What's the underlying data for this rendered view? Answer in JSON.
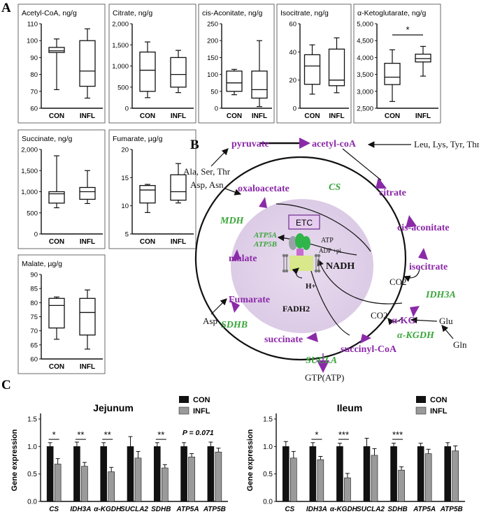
{
  "panels": {
    "a": "A",
    "b": "B",
    "c": "C"
  },
  "boxplots": {
    "groups": [
      "CON",
      "INFL"
    ],
    "sig_star": "*",
    "plots": [
      {
        "title": "Acetyl-CoA, ng/g",
        "ticks": [
          "60",
          "70",
          "80",
          "90",
          "100",
          "110"
        ],
        "ylim": [
          60,
          110
        ],
        "boxes": [
          {
            "min": 71,
            "q1": 93,
            "median": 94,
            "q3": 96,
            "max": 101
          },
          {
            "min": 66,
            "q1": 73,
            "median": 82,
            "q3": 100,
            "max": 107
          }
        ]
      },
      {
        "title": "Citrate, ng/g",
        "ticks": [
          "0",
          "500",
          "1,000",
          "1,500",
          "2,000"
        ],
        "ylim": [
          0,
          2000
        ],
        "boxes": [
          {
            "min": 250,
            "q1": 400,
            "median": 900,
            "q3": 1330,
            "max": 1570
          },
          {
            "min": 370,
            "q1": 500,
            "median": 800,
            "q3": 1200,
            "max": 1370
          }
        ]
      },
      {
        "title": "cis-Aconitate, ng/g",
        "ticks": [
          "0",
          "50",
          "100",
          "150",
          "200",
          "250"
        ],
        "ylim": [
          0,
          250
        ],
        "boxes": [
          {
            "min": 40,
            "q1": 50,
            "median": 75,
            "q3": 110,
            "max": 115
          },
          {
            "min": 5,
            "q1": 30,
            "median": 55,
            "q3": 110,
            "max": 200
          }
        ]
      },
      {
        "title": "Isocitrate, ng/g",
        "ticks": [
          "0",
          "20",
          "40",
          "60"
        ],
        "ylim": [
          0,
          60
        ],
        "boxes": [
          {
            "min": 10,
            "q1": 17,
            "median": 30,
            "q3": 38,
            "max": 45
          },
          {
            "min": 11,
            "q1": 16,
            "median": 20,
            "q3": 42,
            "max": 50
          }
        ]
      },
      {
        "title": "α-Ketoglutarate, ng/g",
        "ticks": [
          "2,500",
          "3,000",
          "3,500",
          "4,000",
          "4,500",
          "5,000"
        ],
        "ylim": [
          2500,
          5000
        ],
        "boxes": [
          {
            "min": 2700,
            "q1": 3200,
            "median": 3420,
            "q3": 3830,
            "max": 4230
          },
          {
            "min": 3450,
            "q1": 3870,
            "median": 3970,
            "q3": 4100,
            "max": 4330
          }
        ]
      },
      {
        "title": "Succinate, ng/g",
        "ticks": [
          "0",
          "500",
          "1,000",
          "1,500",
          "2,000"
        ],
        "ylim": [
          0,
          2000
        ],
        "boxes": [
          {
            "min": 620,
            "q1": 730,
            "median": 950,
            "q3": 1000,
            "max": 1850
          },
          {
            "min": 720,
            "q1": 820,
            "median": 1000,
            "q3": 1100,
            "max": 1500
          }
        ]
      },
      {
        "title": "Fumarate, µg/g",
        "ticks": [
          "5",
          "10",
          "15",
          "20"
        ],
        "ylim": [
          5,
          20
        ],
        "boxes": [
          {
            "min": 8.8,
            "q1": 10.5,
            "median": 12.8,
            "q3": 13.6,
            "max": 13.8
          },
          {
            "min": 10.5,
            "q1": 11,
            "median": 12.5,
            "q3": 15.5,
            "max": 17.5
          }
        ]
      },
      {
        "title": "Malate, µg/g",
        "ticks": [
          "60",
          "65",
          "70",
          "75",
          "80",
          "85",
          "90"
        ],
        "ylim": [
          60,
          90
        ],
        "boxes": [
          {
            "min": 67,
            "q1": 71,
            "median": 79,
            "q3": 81.5,
            "max": 82
          },
          {
            "min": 63.5,
            "q1": 68.5,
            "median": 76.5,
            "q3": 81.5,
            "max": 84.5
          }
        ]
      }
    ]
  },
  "tca": {
    "metabolites": {
      "pyruvate": "pyruvate",
      "acetylcoa": "acetyl-coA",
      "citrate": "citrate",
      "cisaconitate": "cis-aconitate",
      "isocitrate": "isocitrate",
      "akg": "α-KG",
      "succinylcoa": "succinyl-CoA",
      "succinate": "succinate",
      "fumarate": "Fumarate",
      "malate": "malate",
      "oxaloacetate": "oxaloacetate"
    },
    "enzymes": {
      "cs": "CS",
      "idh3a": "IDH3A",
      "akgdh": "α-KGDH",
      "sucla": "SUCLA",
      "sdhb": "SDHB",
      "mdh": "MDH",
      "atp5a": "ATP5A",
      "atp5b": "ATP5B"
    },
    "inputs": {
      "leu": "Leu, Lys, Tyr, Thr",
      "ala": "Ala, Ser, Thr",
      "asp_asn": "Asp, Asn",
      "asp": "Asp",
      "glu": "Glu",
      "gln": "Gln"
    },
    "products": {
      "co2a": "CO2",
      "co2b": "CO2",
      "gtp": "GTP(ATP)"
    },
    "etc": {
      "label": "ETC",
      "nadh": "NADH",
      "fadh2": "FADH2",
      "atp": "ATP",
      "adp": "ADP +pi",
      "h": "H+"
    }
  },
  "gene_expression": {
    "ylabel": "Gene expression",
    "yticks": [
      "0.0",
      "0.5",
      "1.0",
      "1.5"
    ],
    "ylim": [
      0,
      1.5
    ],
    "legend": [
      "CON",
      "INFL"
    ],
    "colors": {
      "con": "#111111",
      "infl": "#9a9a9a"
    },
    "genes": [
      "CS",
      "IDH3A",
      "α-KGDH",
      "SUCLA2",
      "SDHB",
      "ATP5A",
      "ATP5B"
    ],
    "plots": [
      {
        "title": "Jejunum",
        "con": [
          1.0,
          1.0,
          1.0,
          1.0,
          1.0,
          1.0,
          1.0
        ],
        "con_err": [
          0.07,
          0.08,
          0.07,
          0.18,
          0.07,
          0.07,
          0.08
        ],
        "infl": [
          0.68,
          0.64,
          0.54,
          0.79,
          0.61,
          0.81,
          0.9
        ],
        "infl_err": [
          0.1,
          0.07,
          0.08,
          0.12,
          0.06,
          0.06,
          0.07
        ],
        "sig": [
          "*",
          "**",
          "**",
          "",
          "**",
          "",
          ""
        ],
        "p_note": "P = 0.071"
      },
      {
        "title": "Ileum",
        "con": [
          1.0,
          1.0,
          1.0,
          1.0,
          1.0,
          1.0,
          1.0
        ],
        "con_err": [
          0.09,
          0.07,
          0.06,
          0.15,
          0.06,
          0.06,
          0.07
        ],
        "infl": [
          0.79,
          0.76,
          0.43,
          0.84,
          0.57,
          0.87,
          0.92
        ],
        "infl_err": [
          0.12,
          0.06,
          0.08,
          0.12,
          0.06,
          0.08,
          0.09
        ],
        "sig": [
          "",
          "*",
          "***",
          "",
          "***",
          "",
          ""
        ],
        "p_note": ""
      }
    ]
  }
}
